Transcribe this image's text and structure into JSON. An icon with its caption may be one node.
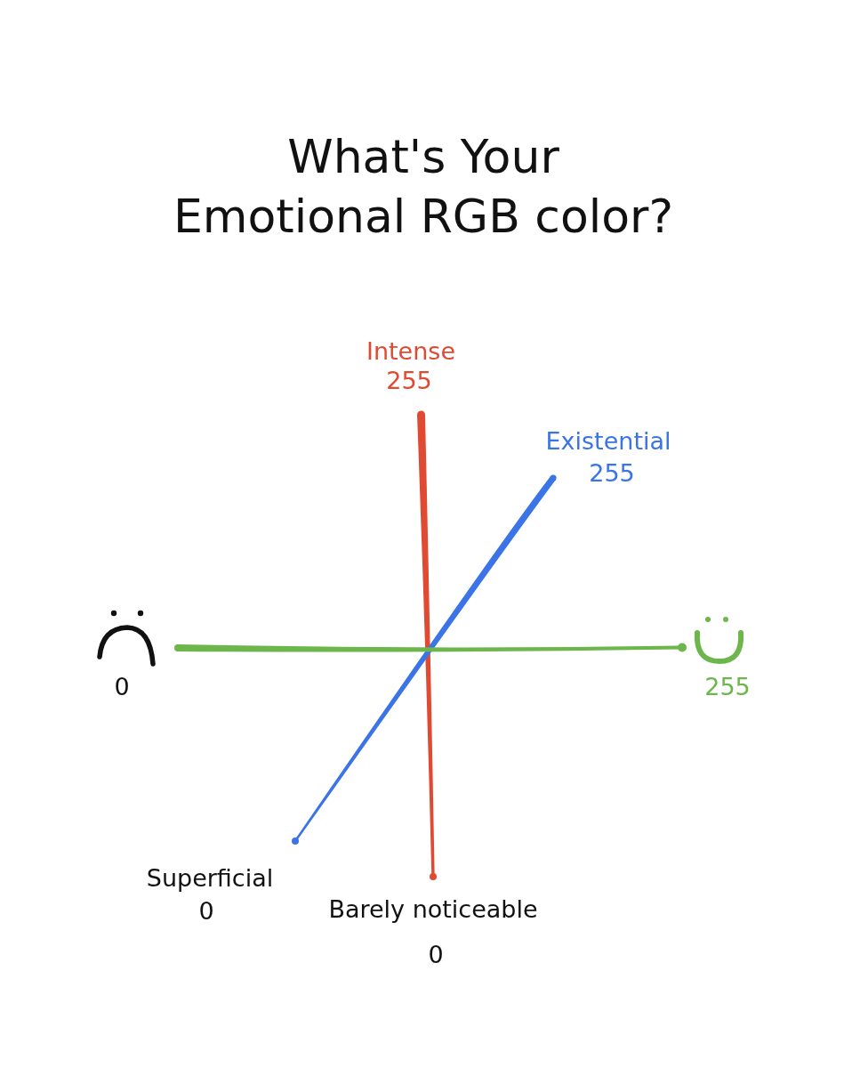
{
  "diagram": {
    "title": "What's Your Emotional RGB color?",
    "labels": [
      "Intense",
      "255",
      "Existential",
      "255",
      "0",
      "255",
      "Superficial",
      "0",
      "Barely noticeable",
      "0"
    ]
  }
}
